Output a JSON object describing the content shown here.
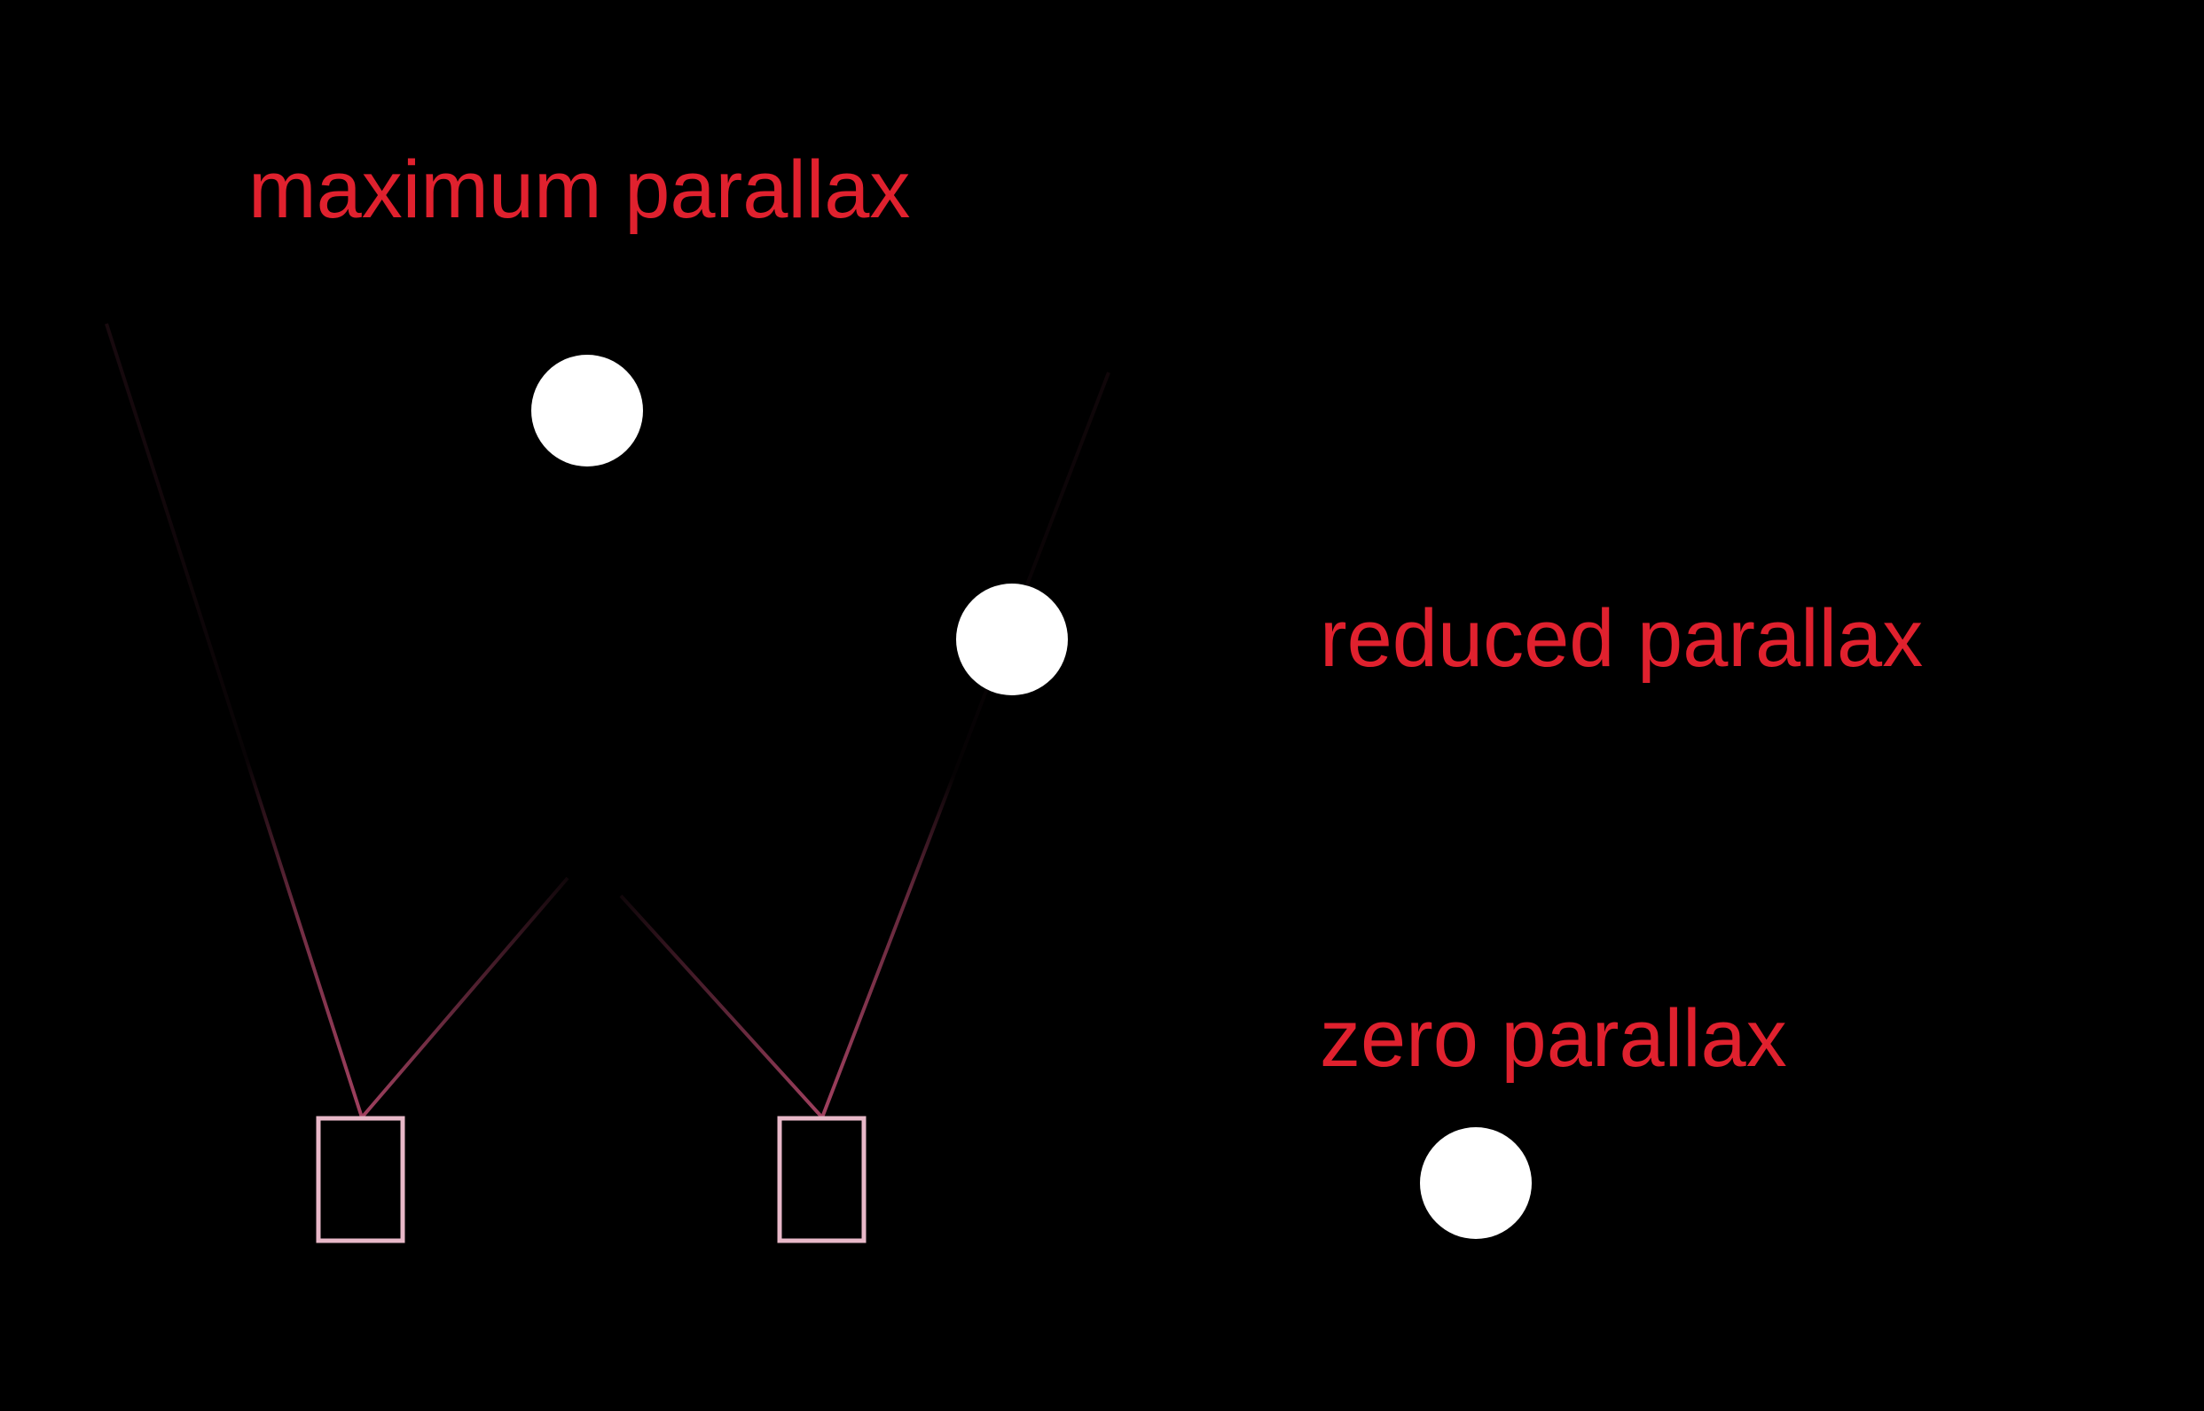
{
  "labels": {
    "maximum": "maximum parallax",
    "reduced": "reduced parallax",
    "zero": "zero parallax"
  },
  "colors": {
    "background": "#000000",
    "label": "#e0212e",
    "object": "#ffffff",
    "camera": "#e8b8c8",
    "ray": "#a0405f"
  }
}
